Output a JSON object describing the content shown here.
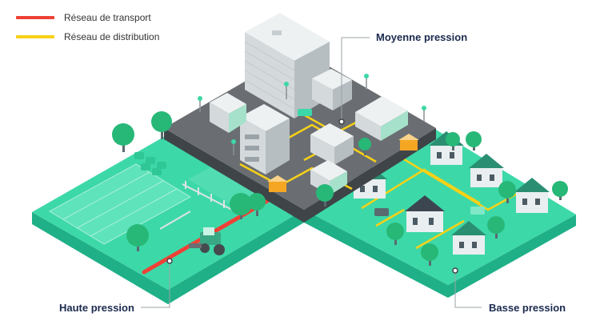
{
  "legend": {
    "items": [
      {
        "label": "Réseau de transport",
        "color": "#ef4136"
      },
      {
        "label": "Réseau de distribution",
        "color": "#f7d117"
      }
    ]
  },
  "callouts": {
    "medium": "Moyenne pression",
    "high": "Haute pression",
    "low": "Basse pression"
  },
  "colors": {
    "tile_green": "#3dd8a8",
    "tile_side": "#1fb088",
    "city_ground": "#6a6e72",
    "trees": "#27b877",
    "transport_pipe": "#ef4136",
    "distribution_pipe": "#f7d117",
    "label_text": "#1b2a4e"
  }
}
